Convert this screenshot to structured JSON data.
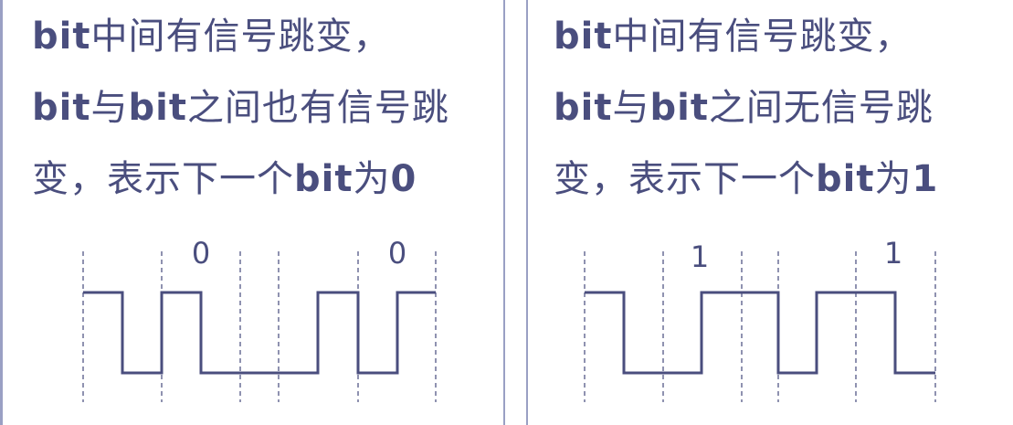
{
  "left": {
    "caption_lines": [
      [
        {
          "t": "bit",
          "b": true
        },
        {
          "t": "中间有信号跳变，",
          "b": false
        }
      ],
      [
        {
          "t": "bit",
          "b": true
        },
        {
          "t": "与",
          "b": false
        },
        {
          "t": "bit",
          "b": true
        },
        {
          "t": "之间也有信号跳",
          "b": false
        }
      ],
      [
        {
          "t": "变，表示下一个",
          "b": false
        },
        {
          "t": "bit",
          "b": true
        },
        {
          "t": "为",
          "b": false
        },
        {
          "t": "0",
          "b": true
        }
      ]
    ],
    "bit_labels": [
      "0",
      "0"
    ]
  },
  "right": {
    "caption_lines": [
      [
        {
          "t": "bit",
          "b": true
        },
        {
          "t": "中间有信号跳变，",
          "b": false
        }
      ],
      [
        {
          "t": "bit",
          "b": true
        },
        {
          "t": "与",
          "b": false
        },
        {
          "t": "bit",
          "b": true
        },
        {
          "t": "之间无信号跳",
          "b": false
        }
      ],
      [
        {
          "t": "变，表示下一个",
          "b": false
        },
        {
          "t": "bit",
          "b": true
        },
        {
          "t": "为",
          "b": false
        },
        {
          "t": "1",
          "b": true
        }
      ]
    ],
    "bit_labels": [
      "1",
      "1"
    ]
  },
  "colors": {
    "wave": "#4a4e7e",
    "dash": "#6a6e96",
    "border": "#9aa0c4"
  }
}
